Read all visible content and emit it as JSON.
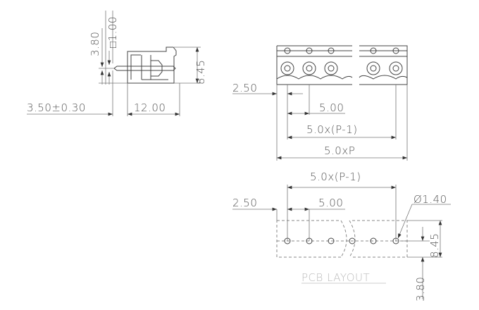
{
  "side_view": {
    "dim_pin_offset": "3.80",
    "dim_pin_square": "□1.00",
    "dim_height": "8.45",
    "dim_pin_length": "3.50±0.30",
    "dim_depth": "12.00"
  },
  "top_view": {
    "dim_edge": "2.50",
    "dim_pitch": "5.00",
    "dim_span": "5.0x(P-1)",
    "dim_total": "5.0xP"
  },
  "pcb_layout": {
    "title": "PCB LAYOUT",
    "dim_span": "5.0x(P-1)",
    "dim_edge": "2.50",
    "dim_pitch": "5.00",
    "dim_hole": "Ø1.40",
    "dim_height": "8.45",
    "dim_offset": "3.80"
  }
}
